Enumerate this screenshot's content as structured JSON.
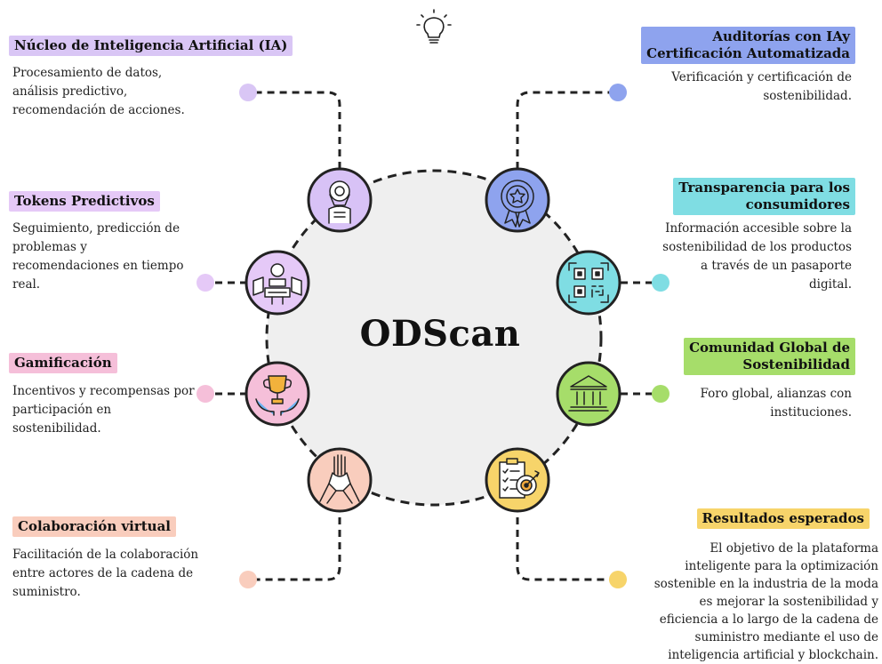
{
  "center": {
    "title": "ODScan"
  },
  "colors": {
    "lavender": "#d9c6f5",
    "violet_fill": "#d8c2f6",
    "pink": "#f5bfd9",
    "peach": "#f9cdbd",
    "blue": "#8ea3ee",
    "cyan": "#7fdde3",
    "green": "#a6dd6a",
    "yellow": "#f7d46a",
    "line": "#222222"
  },
  "top_icon": "lightbulb-icon",
  "nodes": {
    "ia": {
      "title": "Núcleo de Inteligencia Artificial (IA)",
      "description": "Procesamiento de datos, análisis predictivo, recomendación de acciones.",
      "icon": "robot-icon",
      "color": "#d9c6f5"
    },
    "tokens": {
      "title": "Tokens Predictivos",
      "description": "Seguimiento, predicción de problemas y recomendaciones en tiempo real.",
      "icon": "control-panel-icon",
      "color": "#e5c9f7"
    },
    "gamificacion": {
      "title": "Gamificación",
      "description": "Incentivos y recompensas por participación en sostenibilidad.",
      "icon": "trophy-icon",
      "color": "#f5bfd9"
    },
    "colaboracion": {
      "title": "Colaboración virtual",
      "description": "Facilitación de la colaboración entre actores de la cadena de suministro.",
      "icon": "handshake-icon",
      "color": "#f9cdbd"
    },
    "auditorias": {
      "title_line1": "Auditorías con IAy",
      "title_line2": "Certificación Automatizada",
      "description": "Verificación y certificación de sostenibilidad.",
      "icon": "badge-icon",
      "color": "#8ea3ee"
    },
    "transparencia": {
      "title_line1": "Transparencia para los",
      "title_line2": "consumidores",
      "description": "Información accesible sobre la sostenibilidad de los productos a través de un pasaporte digital.",
      "icon": "qr-code-icon",
      "color": "#7fdde3"
    },
    "comunidad": {
      "title_line1": "Comunidad Global de",
      "title_line2": "Sostenibilidad",
      "description": "Foro global, alianzas con instituciones.",
      "icon": "institution-icon",
      "color": "#a6dd6a"
    },
    "resultados": {
      "title": "Resultados esperados",
      "description": "El objetivo de la plataforma inteligente para la optimización sostenible en la industria de la moda es mejorar la sostenibilidad y eficiencia a lo largo de la cadena de suministro mediante el uso de inteligencia artificial y blockchain.",
      "icon": "checklist-target-icon",
      "color": "#f7d46a"
    }
  }
}
